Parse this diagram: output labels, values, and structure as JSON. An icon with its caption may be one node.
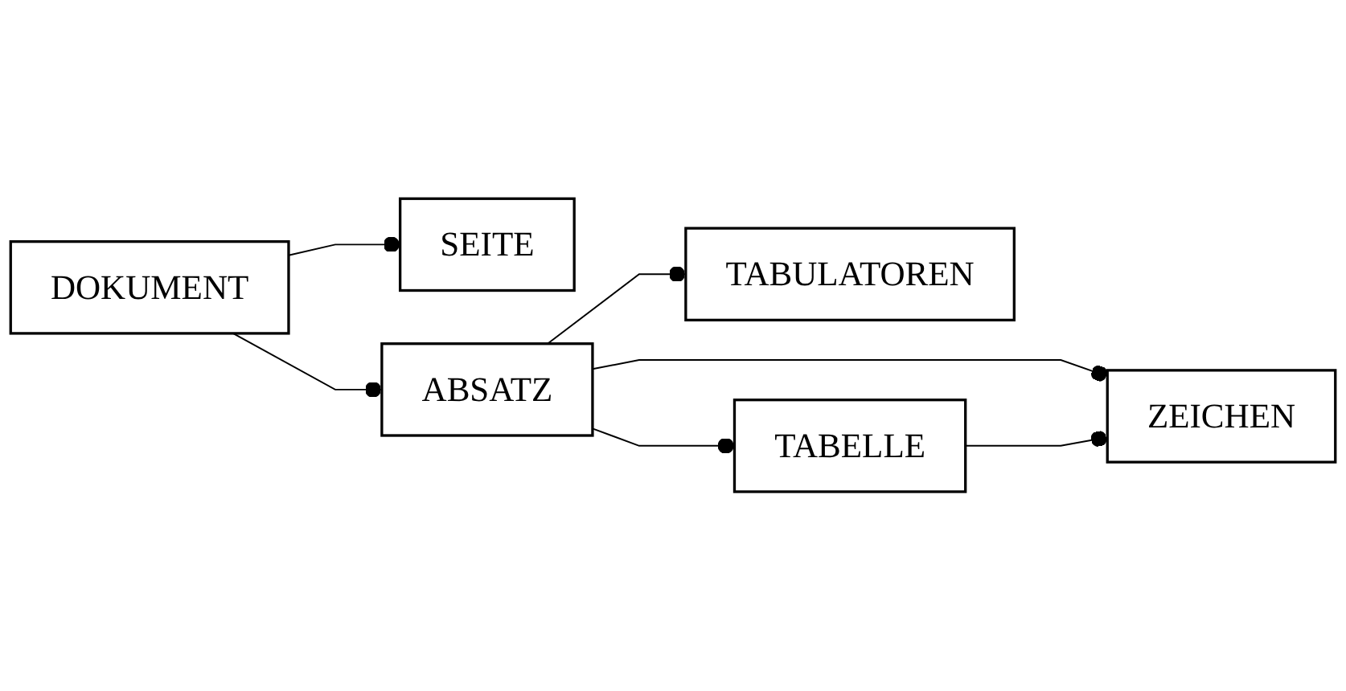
{
  "diagram": {
    "nodes": [
      {
        "text": [
          "SEITE"
        ]
      },
      {
        "text": [
          "DOKUMENT"
        ]
      },
      {
        "text": [
          "ABSATZ"
        ]
      },
      {
        "text": [
          "TABULATOREN"
        ]
      },
      {
        "text": [
          "TABELLE"
        ]
      },
      {
        "text": [
          "ZEICHEN"
        ]
      }
    ],
    "edges": [
      {
        "from": 1,
        "to": 0,
        "arrow": "other"
      },
      {
        "from": 1,
        "to": 2,
        "arrow": "other"
      },
      {
        "from": 2,
        "to": 3,
        "arrow": "other"
      },
      {
        "from": 2,
        "to": 4,
        "arrow": "other"
      },
      {
        "from": 2,
        "to": 5,
        "arrow": "other"
      },
      {
        "from": 4,
        "to": 5,
        "arrow": "other"
      }
    ]
  }
}
